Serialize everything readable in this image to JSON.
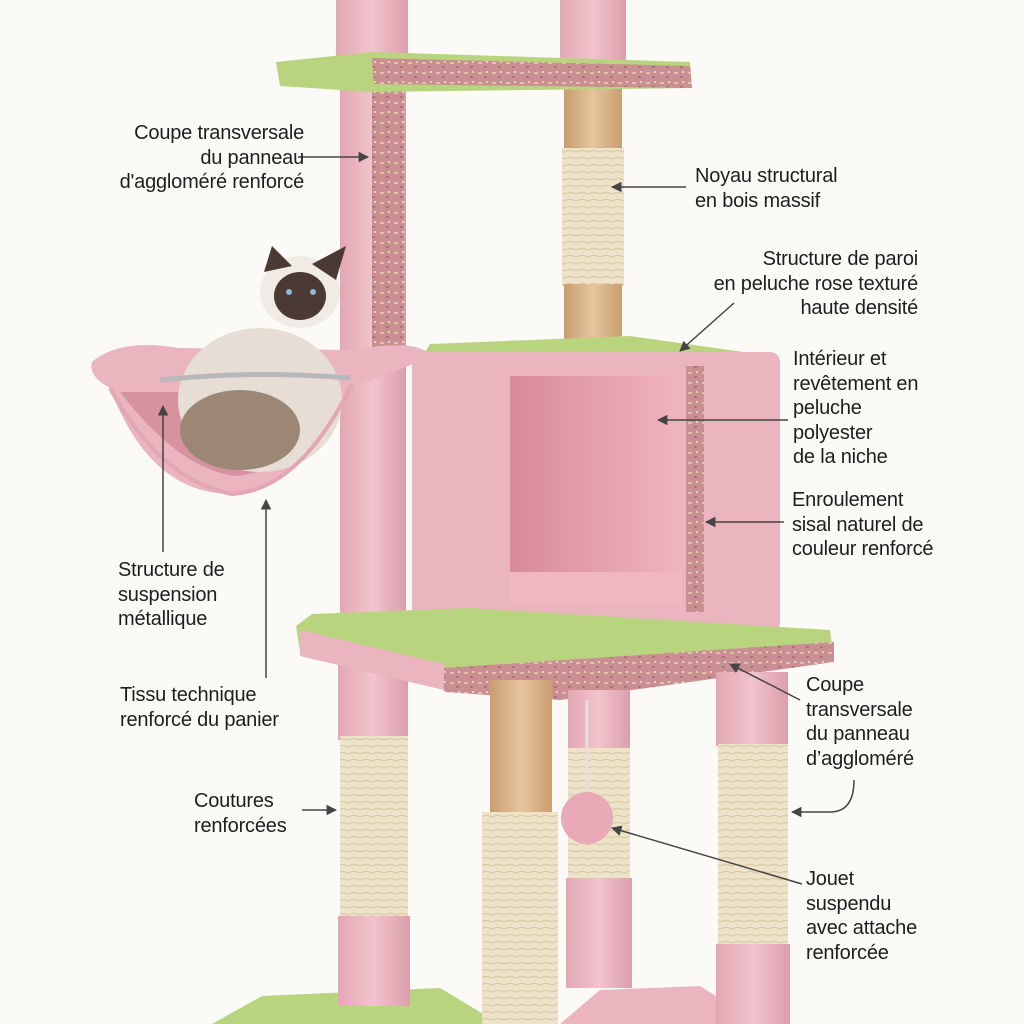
{
  "palette": {
    "pink": "#eab5bf",
    "pink_dark": "#d48f9c",
    "green": "#b9d47e",
    "sisal": "#eee3c8",
    "wood": "#dcb78d",
    "particle_board": "#c98f92",
    "metal": "#b8b8bc",
    "arrow": "#444444",
    "text": "#1e1e1e"
  },
  "annotations": [
    {
      "id": "panel-cross-section-top",
      "text": "Coupe transversale\ndu panneau\nd'aggloméré renforcé"
    },
    {
      "id": "solid-wood-core",
      "text": "Noyau structural\nen bois massif"
    },
    {
      "id": "plush-wall-structure",
      "text": "Structure de paroi\nen peluche rose texturé\nhaute densité"
    },
    {
      "id": "niche-interior-lining",
      "text": "Intérieur et\nrevêtement en\npeluche\npolyester\nde la niche"
    },
    {
      "id": "sisal-wrap",
      "text": "Enroulement\nsisal naturel de\ncouleur renforcé"
    },
    {
      "id": "metal-suspension",
      "text": "Structure de\nsuspension\nmétallique"
    },
    {
      "id": "basket-fabric",
      "text": "Tissu technique\nrenforcé du panier"
    },
    {
      "id": "reinforced-seams",
      "text": "Coutures\nrenforcées"
    },
    {
      "id": "panel-cross-section-bottom",
      "text": "Coupe\ntransversale\ndu panneau\nd’aggloméré"
    },
    {
      "id": "hanging-toy",
      "text": "Jouet\nsuspendu\navec attache\nrenforcée"
    }
  ]
}
